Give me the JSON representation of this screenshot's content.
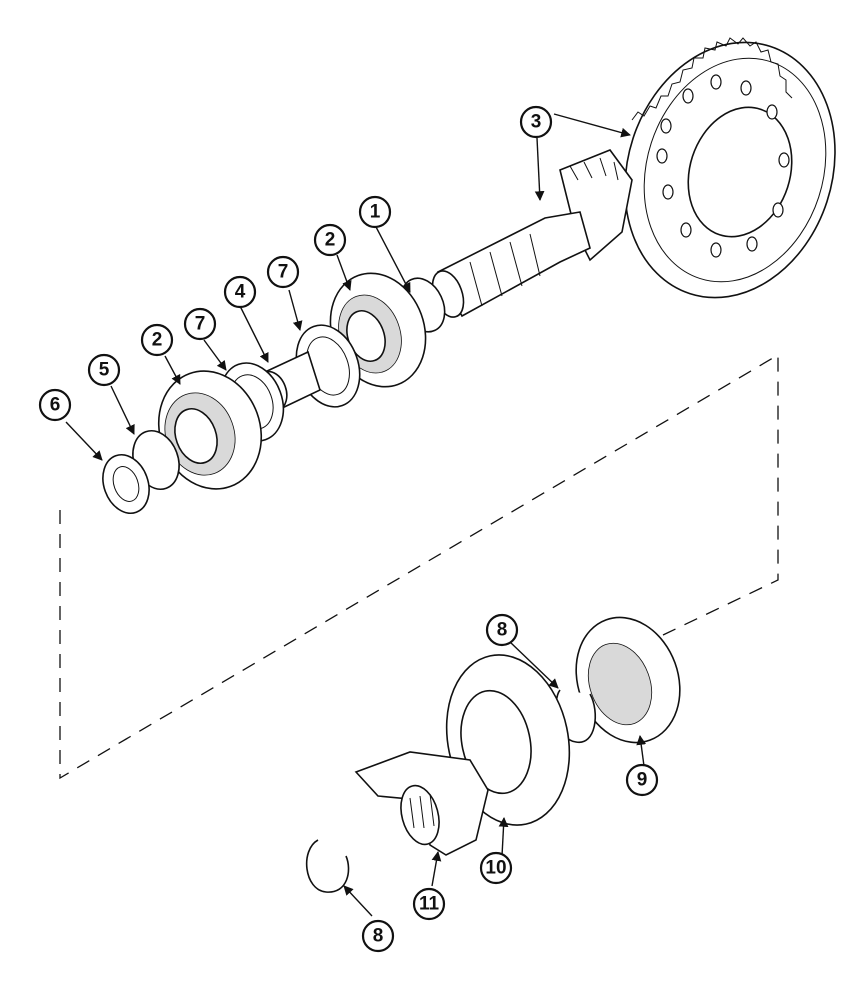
{
  "diagram": {
    "callouts": [
      {
        "id": "c1",
        "label": "1"
      },
      {
        "id": "c2a",
        "label": "2"
      },
      {
        "id": "c2b",
        "label": "2"
      },
      {
        "id": "c3",
        "label": "3"
      },
      {
        "id": "c4",
        "label": "4"
      },
      {
        "id": "c5",
        "label": "5"
      },
      {
        "id": "c6",
        "label": "6"
      },
      {
        "id": "c7a",
        "label": "7"
      },
      {
        "id": "c7b",
        "label": "7"
      },
      {
        "id": "c8a",
        "label": "8"
      },
      {
        "id": "c8b",
        "label": "8"
      },
      {
        "id": "c9",
        "label": "9"
      },
      {
        "id": "c10",
        "label": "10"
      },
      {
        "id": "c11",
        "label": "11"
      }
    ]
  }
}
